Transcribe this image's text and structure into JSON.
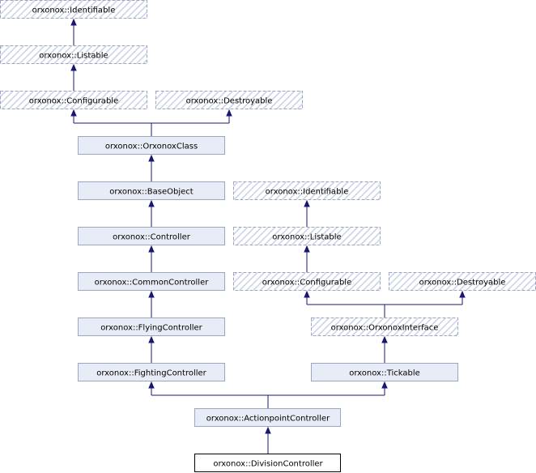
{
  "diagram": {
    "nodes": {
      "identifiable_left": "orxonox::Identifiable",
      "listable_left": "orxonox::Listable",
      "configurable_left": "orxonox::Configurable",
      "destroyable_left": "orxonox::Destroyable",
      "orxonox_class": "orxonox::OrxonoxClass",
      "base_object": "orxonox::BaseObject",
      "controller": "orxonox::Controller",
      "common_controller": "orxonox::CommonController",
      "flying_controller": "orxonox::FlyingController",
      "fighting_controller": "orxonox::FightingController",
      "identifiable_right": "orxonox::Identifiable",
      "listable_right": "orxonox::Listable",
      "configurable_right": "orxonox::Configurable",
      "destroyable_right": "orxonox::Destroyable",
      "orxonox_interface": "orxonox::OrxonoxInterface",
      "tickable": "orxonox::Tickable",
      "actionpoint_controller": "orxonox::ActionpointController",
      "division_controller": "orxonox::DivisionController"
    }
  }
}
